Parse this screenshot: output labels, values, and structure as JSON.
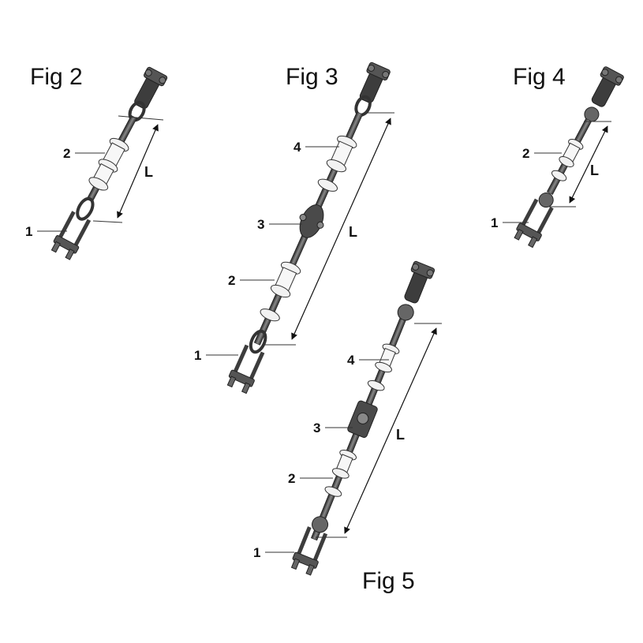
{
  "figures": [
    {
      "title": "Fig 2",
      "callouts": [
        "2",
        "1"
      ],
      "dimension": "L"
    },
    {
      "title": "Fig 3",
      "callouts": [
        "4",
        "3",
        "2",
        "1"
      ],
      "dimension": "L"
    },
    {
      "title": "Fig 4",
      "callouts": [
        "2",
        "1"
      ],
      "dimension": "L"
    },
    {
      "title": "Fig 5",
      "callouts": [
        "4",
        "3",
        "2",
        "1"
      ],
      "dimension": "L"
    }
  ],
  "colors": {
    "metal": "#3d3d3d",
    "metal_light": "#8a8a8a",
    "insulator": "#f2f2f2",
    "outline": "#222222"
  }
}
